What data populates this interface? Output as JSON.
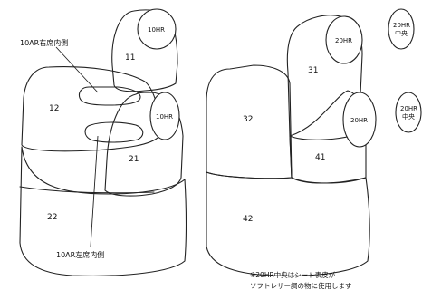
{
  "left_seats": {
    "parts": [
      "11",
      "12",
      "21",
      "22"
    ],
    "headrests": [
      "10HR",
      "10HR"
    ],
    "callouts": [
      "10AR右席内側",
      "10AR左席内側"
    ]
  },
  "right_seats": {
    "parts": [
      "31",
      "32",
      "41",
      "42"
    ],
    "headrests": [
      "20HR",
      "20HR"
    ]
  },
  "separate_headrests": [
    "20HR中央",
    "20HR中央"
  ],
  "note": {
    "line1": "※20HR中央はシート表皮が",
    "line2": "ソフトレザー調の物に使用します"
  }
}
